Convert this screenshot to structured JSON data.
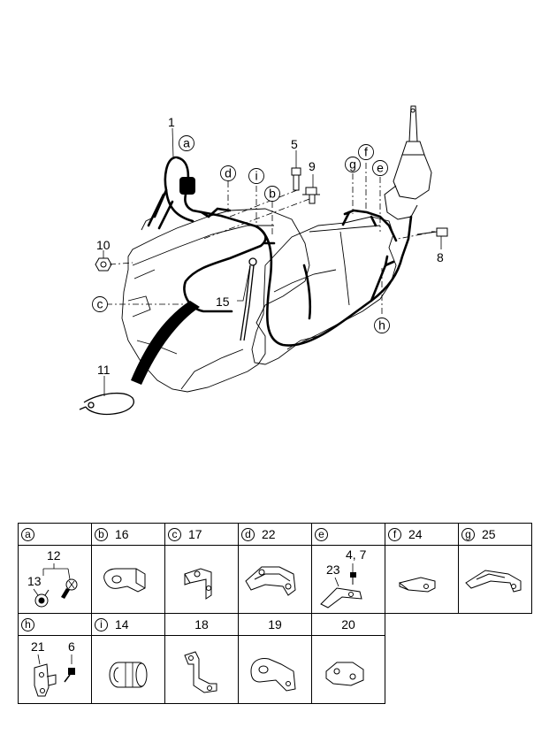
{
  "diagram": {
    "callouts_numbers": [
      "1",
      "5",
      "9",
      "10",
      "8",
      "15",
      "11"
    ],
    "callouts_letters": [
      "a",
      "d",
      "i",
      "b",
      "g",
      "f",
      "e",
      "c",
      "h"
    ]
  },
  "table": {
    "row1": [
      {
        "letter": "a",
        "num": ""
      },
      {
        "letter": "b",
        "num": "16"
      },
      {
        "letter": "c",
        "num": "17"
      },
      {
        "letter": "d",
        "num": "22"
      },
      {
        "letter": "e",
        "num": ""
      },
      {
        "letter": "f",
        "num": "24"
      },
      {
        "letter": "g",
        "num": "25"
      }
    ],
    "row2": [
      {
        "letter": "h",
        "num": ""
      },
      {
        "letter": "i",
        "num": "14"
      },
      {
        "letter": "",
        "num": "18"
      },
      {
        "letter": "",
        "num": "19"
      },
      {
        "letter": "",
        "num": "20"
      }
    ],
    "inner_labels": {
      "a_top": "12",
      "a_left": "13",
      "e_top": "4, 7",
      "e_left": "23",
      "h_left": "21",
      "h_right": "6"
    }
  }
}
